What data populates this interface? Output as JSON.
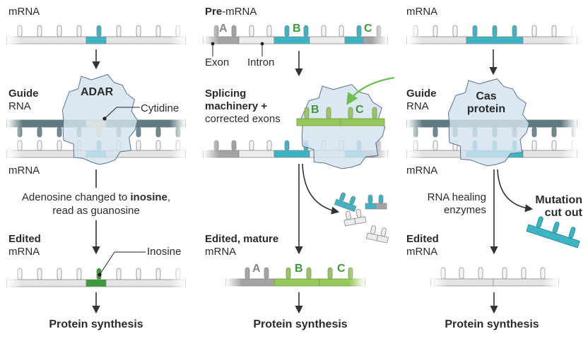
{
  "colors": {
    "mutation": "#3bb4c4",
    "edited_green": "#3d9a3a",
    "corrected_green": "#96c95a",
    "cytidine": "#f3dc8a",
    "guide_rna": "#607c82",
    "exon_gray": "#9a9a9a",
    "intron_light": "#e6e6e6",
    "protein_cloud": "#d3e3ee"
  },
  "panels": [
    {
      "id": "adar",
      "top_label": "mRNA",
      "guide_label_bold": "Guide",
      "guide_label": "RNA",
      "enzyme_label": "ADAR",
      "cytidine_label": "Cytidine",
      "mrna_label": "mRNA",
      "step_text_pre": "Adenosine changed to ",
      "step_text_bold": "inosine",
      "step_text_post": ",",
      "step_text_line2": "read as guanosine",
      "edited_label_bold": "Edited",
      "edited_label": "mRNA",
      "inosine_label": "Inosine",
      "outcome": "Protein synthesis"
    },
    {
      "id": "splicing",
      "top_label_bold": "Pre",
      "top_label": "-mRNA",
      "exon_letters": [
        "A",
        "B",
        "C"
      ],
      "exon_label": "Exon",
      "intron_label": "Intron",
      "machinery_line1": "Splicing",
      "machinery_line2": "machinery +",
      "machinery_line3": "corrected exons",
      "edited_label_bold": "Edited, mature",
      "edited_label": "mRNA",
      "outcome": "Protein synthesis"
    },
    {
      "id": "cas",
      "top_label": "mRNA",
      "guide_label_bold": "Guide",
      "guide_label": "RNA",
      "enzyme_line1": "Cas",
      "enzyme_line2": "protein",
      "mrna_label": "mRNA",
      "healing_line1": "RNA healing",
      "healing_line2": "enzymes",
      "cut_line1": "Mutation",
      "cut_line2": "cut out",
      "edited_label_bold": "Edited",
      "edited_label": "mRNA",
      "outcome": "Protein synthesis"
    }
  ]
}
